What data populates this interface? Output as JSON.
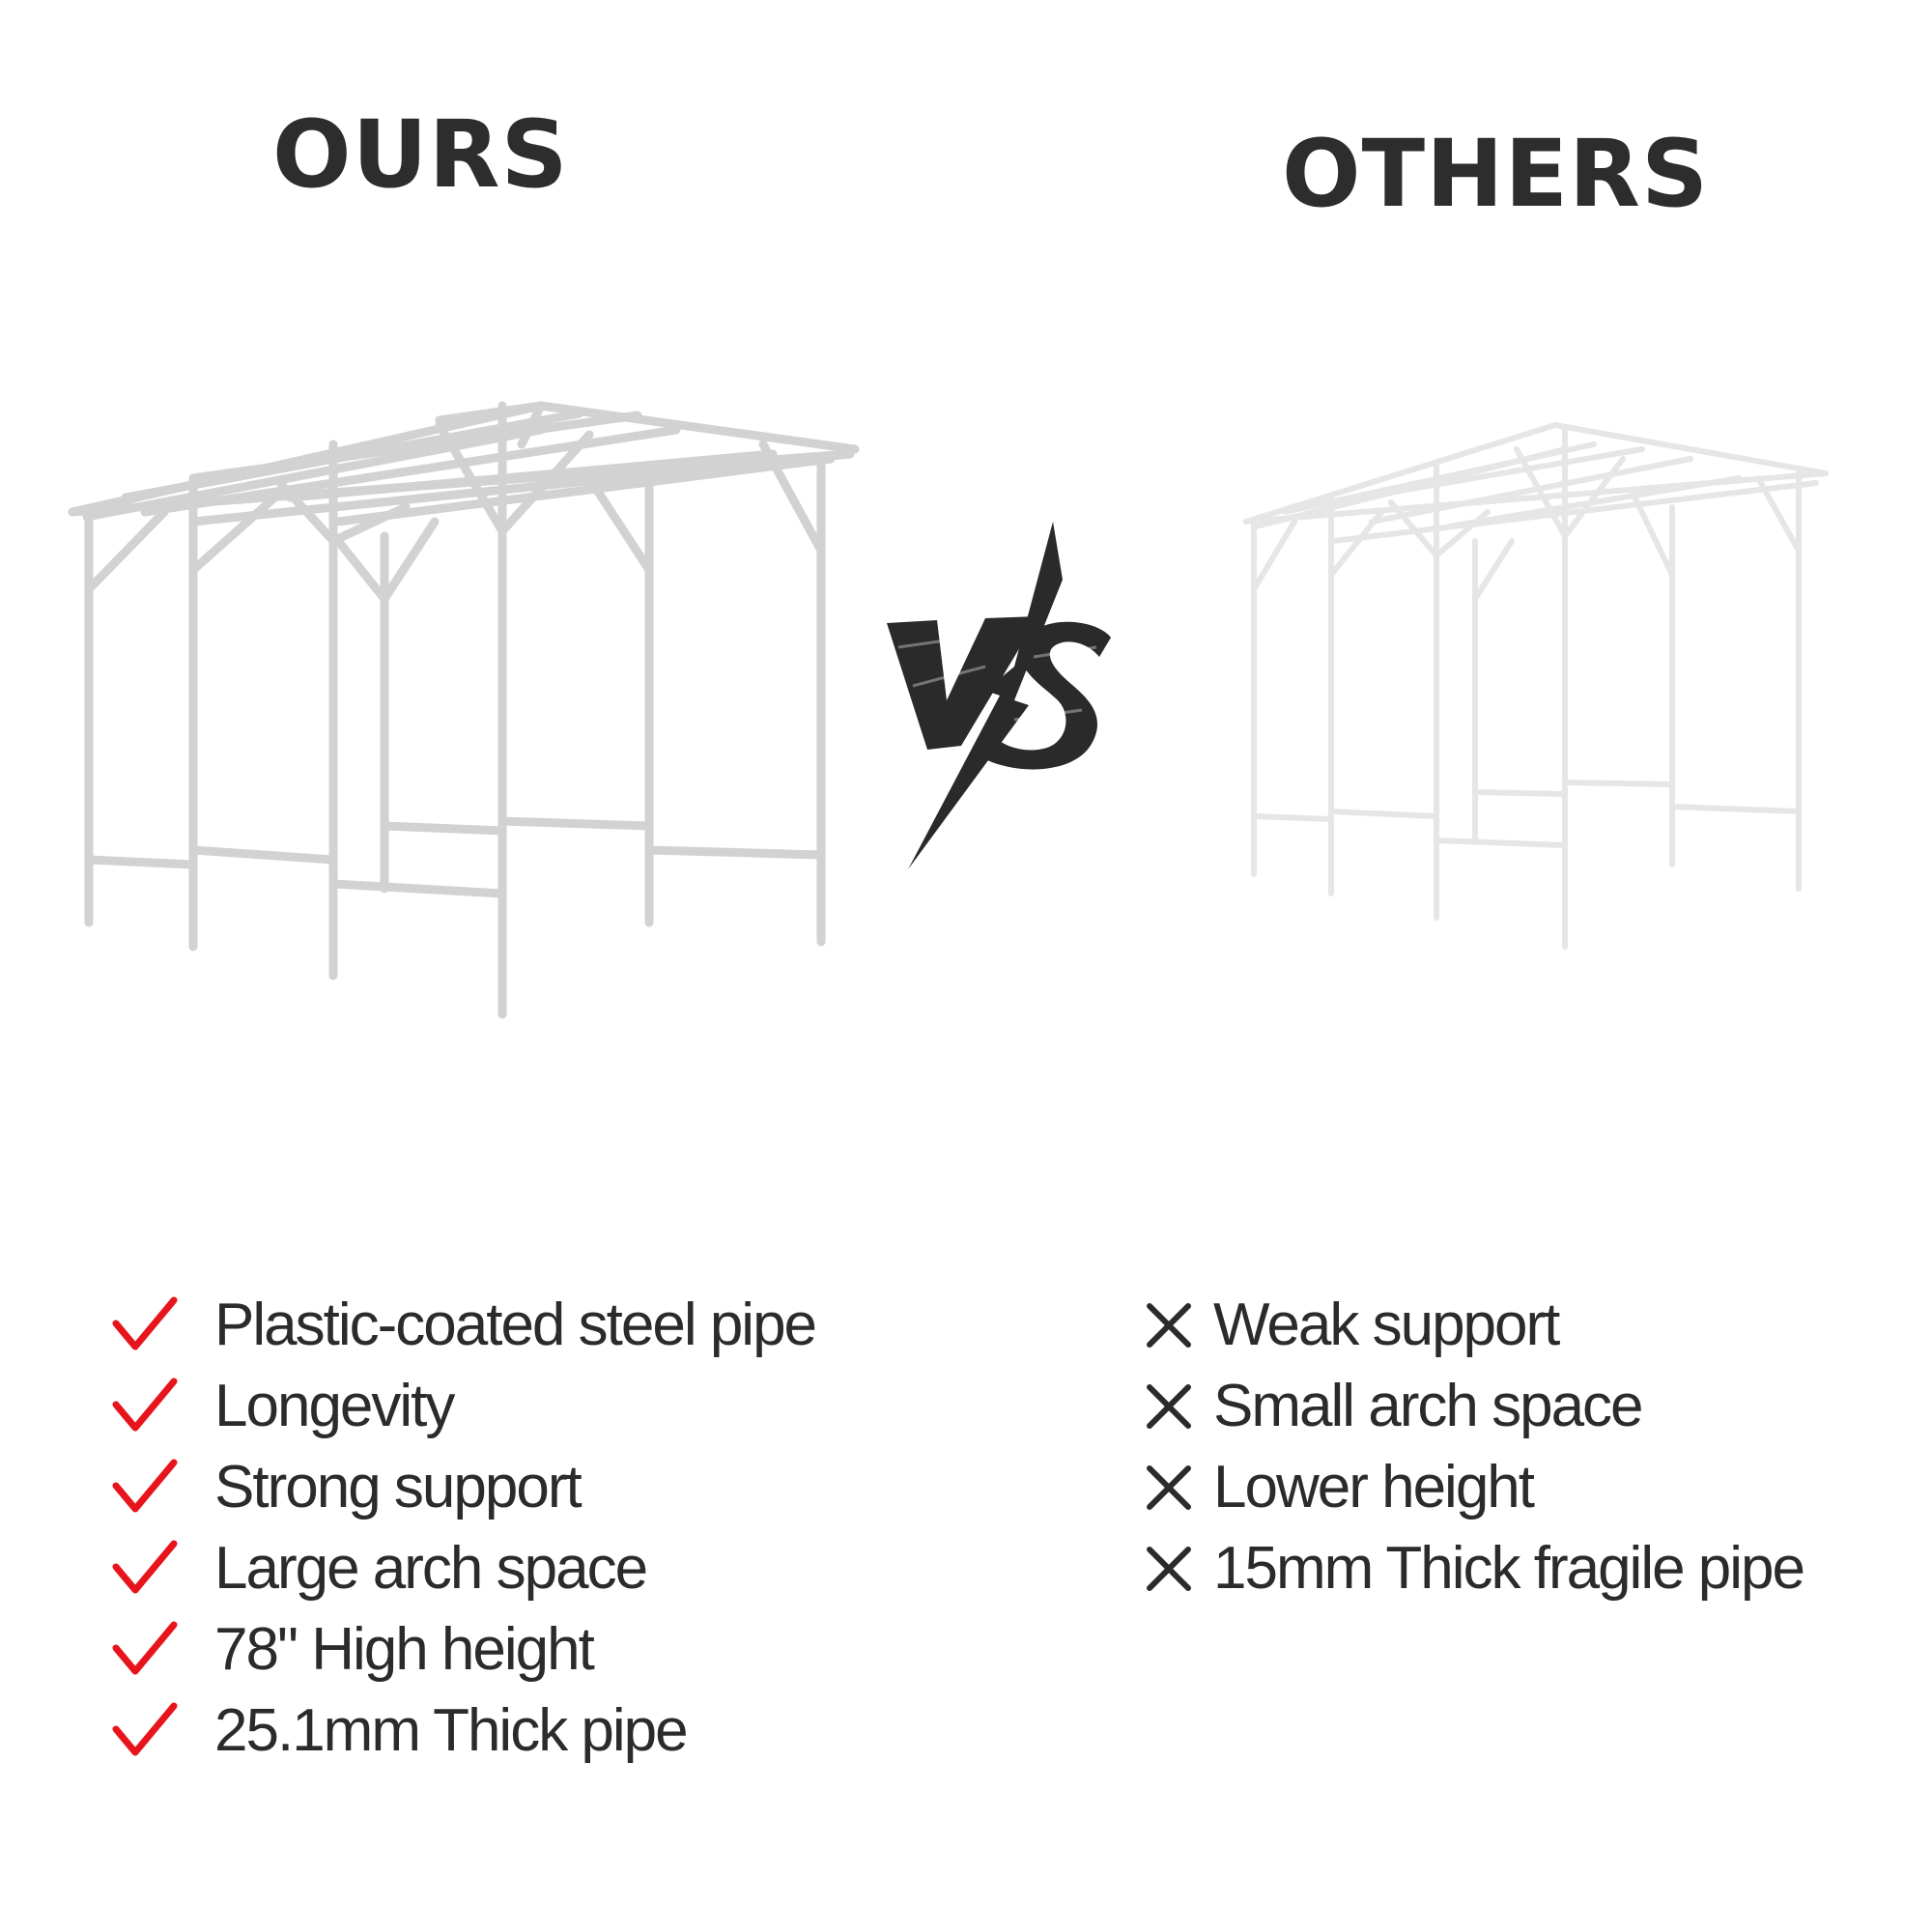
{
  "headings": {
    "ours": "OURS",
    "others": "OTHERS"
  },
  "vs_label": "VS",
  "colors": {
    "check": "#e8141c",
    "cross": "#2b2b2b",
    "text": "#2b2b2b",
    "heading": "#2d2d2d",
    "frame_ours": "#d4d4d4",
    "frame_others": "#ebebeb"
  },
  "icons": {
    "pros_marker": "check-icon",
    "cons_marker": "cross-icon",
    "ours_image": "garden-arch-frame",
    "others_image": "garden-arch-frame-thin"
  },
  "pros": [
    "Plastic-coated steel pipe",
    "Longevity",
    "Strong support",
    "Large arch space",
    "78\" High height",
    "25.1mm Thick pipe"
  ],
  "cons": [
    "Weak support",
    "Small arch space",
    "Lower height",
    "15mm Thick fragile pipe"
  ]
}
